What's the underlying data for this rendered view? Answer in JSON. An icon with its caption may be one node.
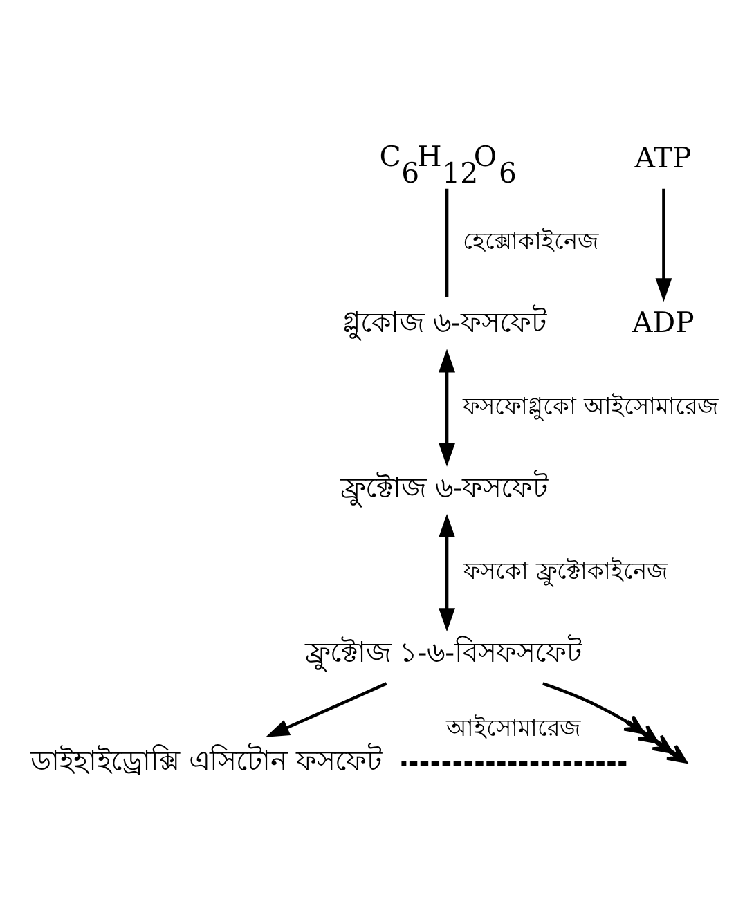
{
  "diagram": {
    "nodes": [
      {
        "text": [
          "C$_{6}$H$_{12}$O$_{6}$"
        ]
      },
      {
        "text": [
          "ATP"
        ]
      },
      {
        "text": [
          "ADP"
        ]
      },
      {
        "text": [
          "গ্লুকোজ ৬-ফসফেট"
        ]
      },
      {
        "text": [
          "ফ্রুক্টোজ ৬-ফসফেট"
        ]
      },
      {
        "text": [
          "ফ্রুক্টোজ ১-৬-বিসফসফেট"
        ]
      },
      {
        "text": [
          "ডাইহাইড্রোক্সি এসিটোন ফসফেট"
        ]
      }
    ],
    "edges": [
      {
        "from": 0,
        "to": 3,
        "arrow": "none",
        "label": "হেক্সোকাইনেজ"
      },
      {
        "from": 1,
        "to": 2,
        "arrow": "to"
      },
      {
        "from": 3,
        "to": 4,
        "arrow": "both",
        "label": "ফসফোগ্লুকো আইসোমারেজ"
      },
      {
        "from": 4,
        "to": 5,
        "arrow": "both",
        "label": "ফসকো ফ্রুক্টোকাইনেজ"
      },
      {
        "from": 5,
        "to": 6,
        "arrow": "to"
      },
      {
        "from": 5,
        "to": null,
        "arrow": "to"
      },
      {
        "from": null,
        "to": 6,
        "arrow": "none",
        "style": "dashed",
        "label": "আইসোমারেজ"
      }
    ]
  }
}
